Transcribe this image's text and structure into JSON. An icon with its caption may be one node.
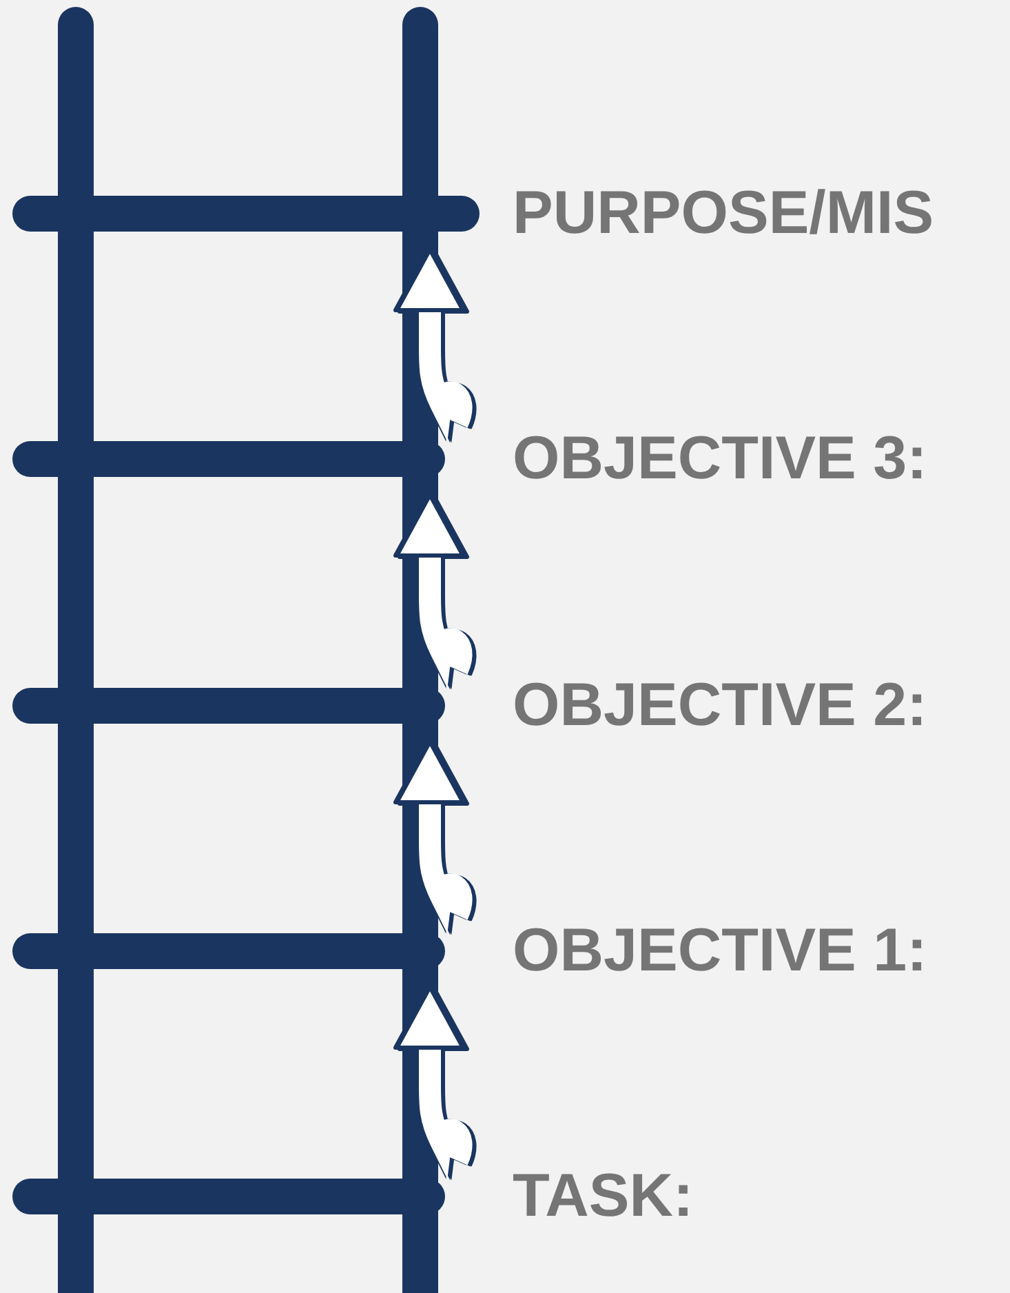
{
  "diagram": {
    "nodes": [
      {
        "text": [
          "PURPOSE/MIS"
        ]
      },
      {
        "text": [
          "OBJECTIVE 3:"
        ]
      },
      {
        "text": [
          "OBJECTIVE 2:"
        ]
      },
      {
        "text": [
          "OBJECTIVE 1:"
        ]
      },
      {
        "text": [
          "TASK:"
        ]
      }
    ],
    "edges": [
      {
        "from": 4,
        "to": 3,
        "arrow": "to"
      },
      {
        "from": 3,
        "to": 2,
        "arrow": "to"
      },
      {
        "from": 2,
        "to": 1,
        "arrow": "to"
      },
      {
        "from": 1,
        "to": 0,
        "arrow": "to"
      }
    ]
  }
}
